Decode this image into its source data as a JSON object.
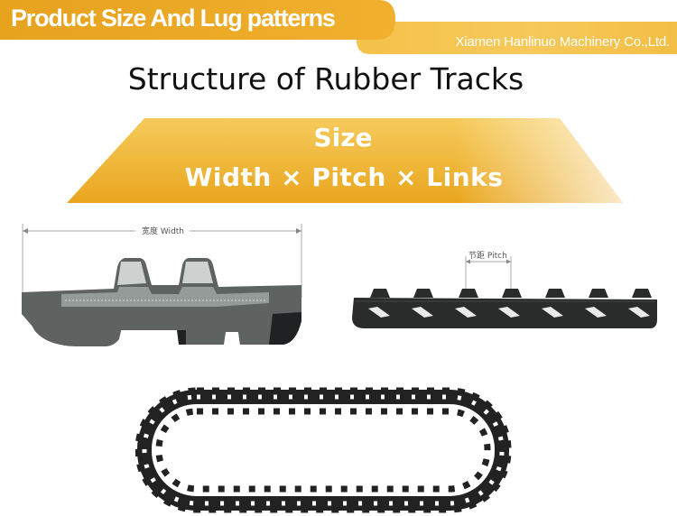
{
  "header": {
    "title": "Product Size And Lug patterns",
    "company": "Xiamen Hanlinuo Machinery Co.,Ltd."
  },
  "main": {
    "heading": "Structure of Rubber Tracks",
    "size_banner": {
      "label": "Size",
      "formula": "Width × Pitch × Links"
    }
  },
  "diagrams": {
    "width_label": "宽度 Width",
    "pitch_label": "节距 Pitch"
  },
  "colors": {
    "accent": "#F0B429",
    "accent_dark": "#E8A51C",
    "track": "#2A2C2C",
    "track_grey": "#5E6361"
  }
}
